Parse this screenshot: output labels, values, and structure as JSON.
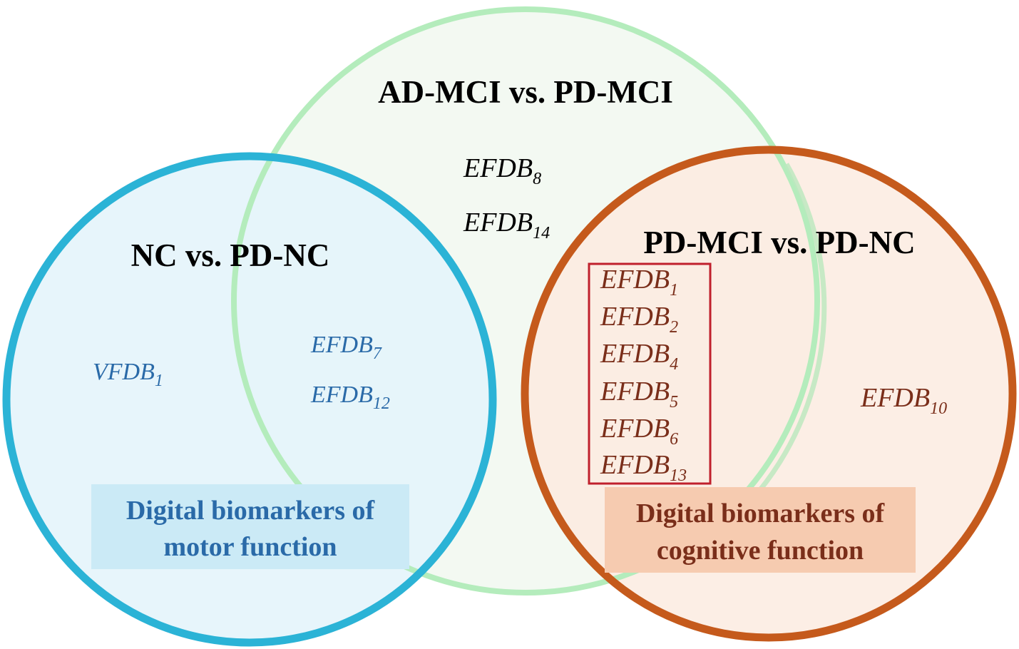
{
  "sets": {
    "ad_pd": {
      "title": "AD-MCI vs. PD-MCI",
      "fill": "#f3f9f2",
      "stroke": "#b4ecbc"
    },
    "nc_pd": {
      "title": "NC vs. PD-NC",
      "fill": "#e7f4fa",
      "stroke": "#2bb3d6"
    },
    "pdmci_pdnc": {
      "title": "PD-MCI vs. PD-NC",
      "fill": "#faebe0",
      "stroke": "#c55a1c"
    }
  },
  "biomarkers": {
    "efdb8": {
      "base": "EFDB",
      "sub": "8"
    },
    "efdb14": {
      "base": "EFDB",
      "sub": "14"
    },
    "vfdb1": {
      "base": "VFDB",
      "sub": "1"
    },
    "efdb7": {
      "base": "EFDB",
      "sub": "7"
    },
    "efdb12": {
      "base": "EFDB",
      "sub": "12"
    },
    "efdb1": {
      "base": "EFDB",
      "sub": "1"
    },
    "efdb2": {
      "base": "EFDB",
      "sub": "2"
    },
    "efdb4": {
      "base": "EFDB",
      "sub": "4"
    },
    "efdb5": {
      "base": "EFDB",
      "sub": "5"
    },
    "efdb6": {
      "base": "EFDB",
      "sub": "6"
    },
    "efdb13": {
      "base": "EFDB",
      "sub": "13"
    },
    "efdb10": {
      "base": "EFDB",
      "sub": "10"
    }
  },
  "captions": {
    "motor": {
      "line1": "Digital biomarkers of",
      "line2": "motor function"
    },
    "cognitive": {
      "line1": "Digital biomarkers of",
      "line2": "cognitive function"
    }
  },
  "colors": {
    "ad_pd_text": "#000000",
    "nc_text": "#2a6aa8",
    "cog_text": "#7a2e1a",
    "highlight_box": "#c0202c",
    "motor_caption_bg": "#cbeaf6",
    "cog_caption_bg": "#f6cbb0"
  }
}
